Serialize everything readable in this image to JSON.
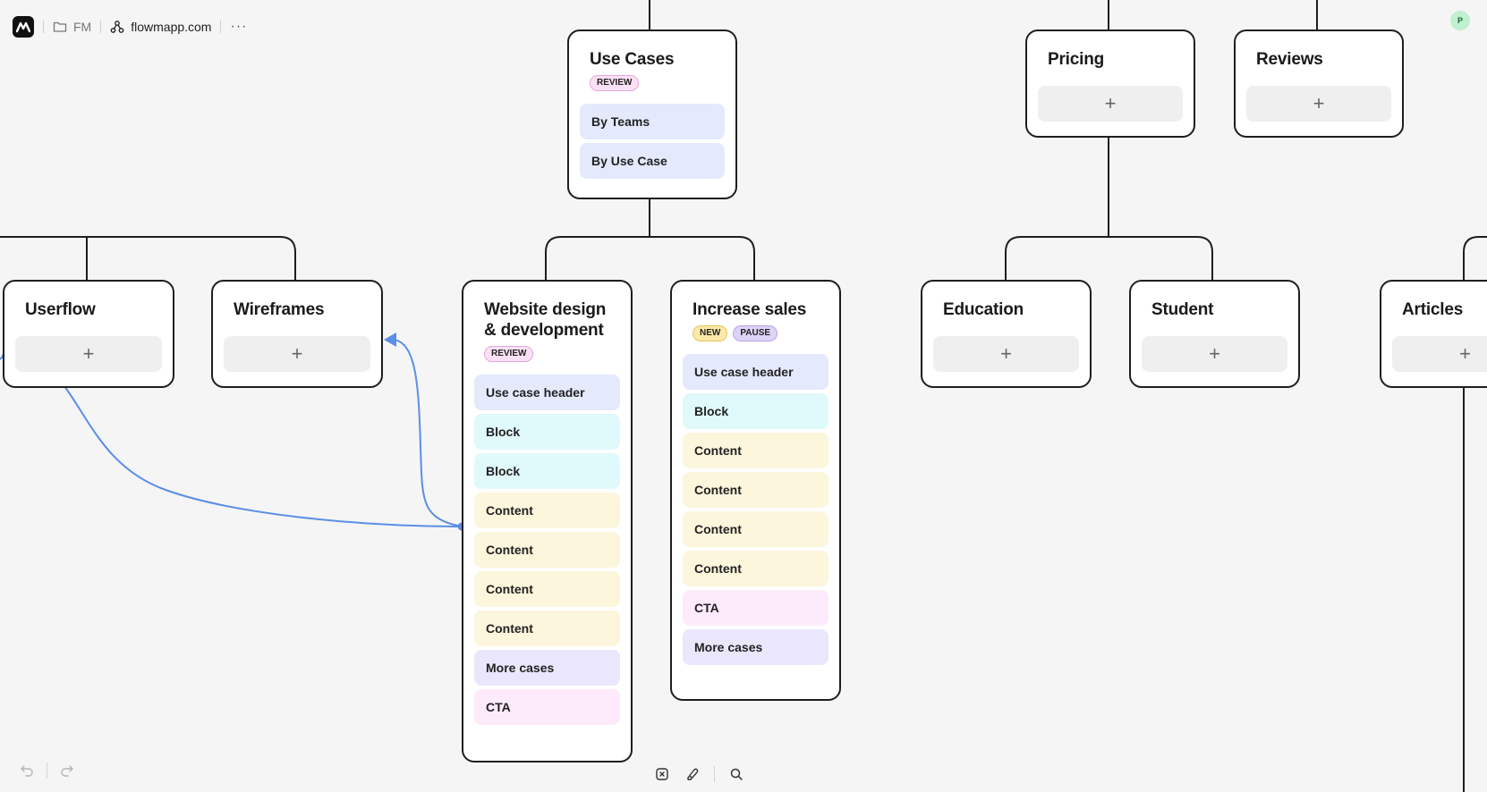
{
  "topbar": {
    "workspace_label": "FM",
    "site_label": "flowmapp.com",
    "more_label": "···"
  },
  "avatar": {
    "initial": "P"
  },
  "cards": {
    "use_cases": {
      "title": "Use Cases",
      "badges": [
        "REVIEW"
      ],
      "blocks": [
        {
          "label": "By Teams",
          "type": "header"
        },
        {
          "label": "By Use Case",
          "type": "header"
        }
      ]
    },
    "pricing": {
      "title": "Pricing",
      "add_label": "+"
    },
    "reviews": {
      "title": "Reviews",
      "add_label": "+"
    },
    "userflow": {
      "title": "Userflow",
      "add_label": "+"
    },
    "wireframes": {
      "title": "Wireframes",
      "add_label": "+"
    },
    "website_design": {
      "title_line1": "Website design",
      "title_line2": "& development",
      "badges": [
        "REVIEW"
      ],
      "blocks": [
        {
          "label": "Use case header",
          "type": "header"
        },
        {
          "label": "Block",
          "type": "block"
        },
        {
          "label": "Block",
          "type": "block"
        },
        {
          "label": "Content",
          "type": "content"
        },
        {
          "label": "Content",
          "type": "content"
        },
        {
          "label": "Content",
          "type": "content"
        },
        {
          "label": "Content",
          "type": "content"
        },
        {
          "label": "More cases",
          "type": "more"
        },
        {
          "label": "CTA",
          "type": "cta"
        }
      ]
    },
    "increase_sales": {
      "title": "Increase sales",
      "badges": [
        "NEW",
        "PAUSE"
      ],
      "blocks": [
        {
          "label": "Use case header",
          "type": "header"
        },
        {
          "label": "Block",
          "type": "block"
        },
        {
          "label": "Content",
          "type": "content"
        },
        {
          "label": "Content",
          "type": "content"
        },
        {
          "label": "Content",
          "type": "content"
        },
        {
          "label": "Content",
          "type": "content"
        },
        {
          "label": "CTA",
          "type": "cta"
        },
        {
          "label": "More cases",
          "type": "more"
        }
      ]
    },
    "education": {
      "title": "Education",
      "add_label": "+"
    },
    "student": {
      "title": "Student",
      "add_label": "+"
    },
    "articles": {
      "title": "Articles",
      "add_label": "+"
    }
  },
  "colors": {
    "connector": "#1e1e1e",
    "link": "#5b8ee6",
    "header_block": "#e4e9fc",
    "block": "#e0f9fb",
    "content": "#fcf6dd",
    "cta": "#fdebfb",
    "more": "#eae6fb"
  },
  "toolbar": {
    "undo_icon": "undo-icon",
    "redo_icon": "redo-icon",
    "fit_icon": "fit-view-icon",
    "palette_icon": "palette-icon",
    "search_icon": "search-icon"
  }
}
